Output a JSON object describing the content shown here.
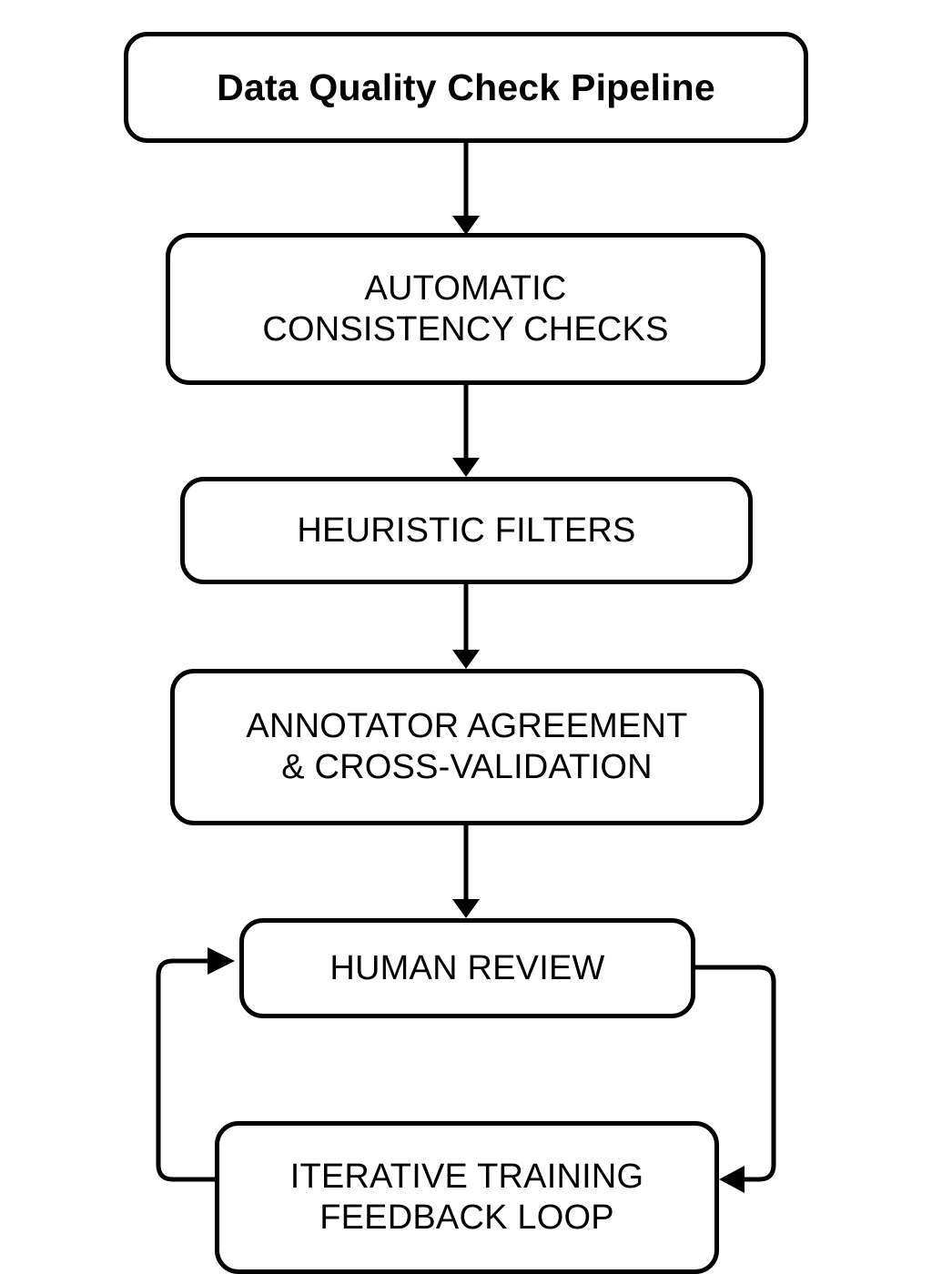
{
  "diagram": {
    "type": "flowchart",
    "orientation": "top-to-bottom",
    "background_color": "#ffffff",
    "line_color": "#000000",
    "text_color": "#000000",
    "title": "Data Quality Check Pipeline",
    "nodes": [
      {
        "id": "title",
        "label": "Data Quality Check Pipeline",
        "shape": "rounded-rectangle",
        "emphasis": "bold"
      },
      {
        "id": "automatic_consistency_checks",
        "label": "AUTOMATIC\nCONSISTENCY CHECKS",
        "shape": "rounded-rectangle",
        "emphasis": "normal"
      },
      {
        "id": "heuristic_filters",
        "label": "HEURISTIC FILTERS",
        "shape": "rounded-rectangle",
        "emphasis": "normal"
      },
      {
        "id": "annotator_agreement",
        "label": "ANNOTATOR AGREEMENT\n& CROSS-VALIDATION",
        "shape": "rounded-rectangle",
        "emphasis": "normal"
      },
      {
        "id": "human_review",
        "label": "HUMAN REVIEW",
        "shape": "rounded-rectangle",
        "emphasis": "normal"
      },
      {
        "id": "iterative_training_feedback_loop",
        "label": "ITERATIVE TRAINING\nFEEDBACK LOOP",
        "shape": "rounded-rectangle",
        "emphasis": "normal"
      }
    ],
    "edges": [
      {
        "id": "e1",
        "from": "title",
        "to": "automatic_consistency_checks",
        "style": "straight-arrow",
        "label": ""
      },
      {
        "id": "e2",
        "from": "automatic_consistency_checks",
        "to": "heuristic_filters",
        "style": "straight-arrow",
        "label": ""
      },
      {
        "id": "e3",
        "from": "heuristic_filters",
        "to": "annotator_agreement",
        "style": "straight-arrow",
        "label": ""
      },
      {
        "id": "e4",
        "from": "annotator_agreement",
        "to": "human_review",
        "style": "straight-arrow",
        "label": ""
      },
      {
        "id": "e5",
        "from": "human_review",
        "to": "iterative_training_feedback_loop",
        "style": "right-elbow-arrow",
        "label": ""
      },
      {
        "id": "e6",
        "from": "iterative_training_feedback_loop",
        "to": "human_review",
        "style": "left-elbow-arrow",
        "label": ""
      }
    ]
  }
}
